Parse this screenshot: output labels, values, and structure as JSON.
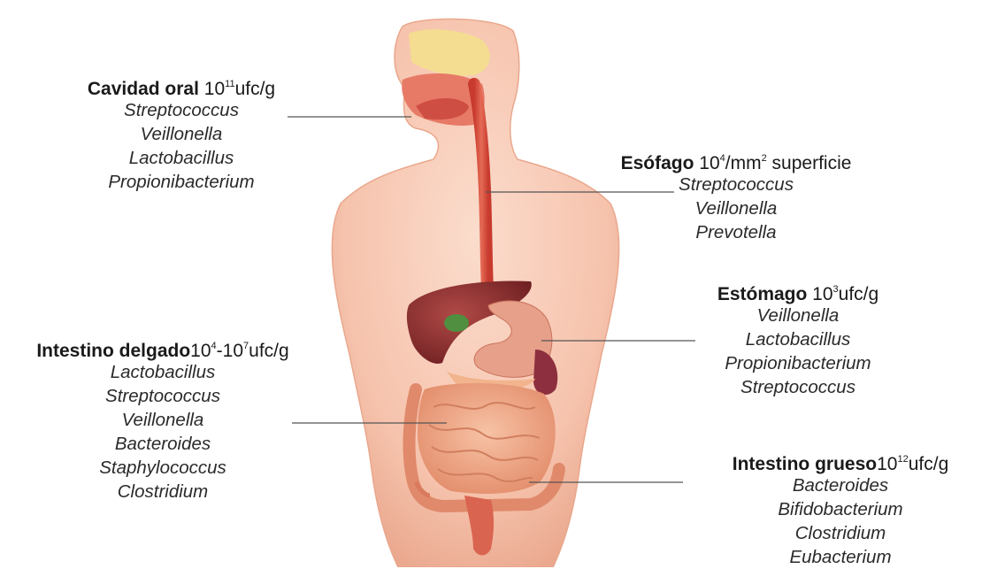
{
  "regions": [
    {
      "id": "oral",
      "name": "Cavidad oral",
      "count_base": "10",
      "count_exp": "11",
      "count_range_sep": "",
      "count_base2": "",
      "count_exp2": "",
      "unit": "ufc/g",
      "organisms": [
        "Streptococcus",
        "Veillonella",
        "Lactobacillus",
        "Propionibacterium"
      ]
    },
    {
      "id": "esofago",
      "name": "Esófago",
      "count_base": "10",
      "count_exp": "4",
      "count_range_sep": "",
      "count_base2": "",
      "count_exp2": "",
      "unit_pre": "/mm",
      "unit_exp": "2",
      "unit_post": " superficie",
      "organisms": [
        "Streptococcus",
        "Veillonella",
        "Prevotella"
      ]
    },
    {
      "id": "estomago",
      "name": "Estómago",
      "count_base": "10",
      "count_exp": "3",
      "unit": "ufc/g",
      "organisms": [
        "Veillonella",
        "Lactobacillus",
        "Propionibacterium",
        "Streptococcus"
      ]
    },
    {
      "id": "delgado",
      "name": "Intestino delgado",
      "count_base": "10",
      "count_exp": "4",
      "count_range_sep": "-",
      "count_base2": "10",
      "count_exp2": "7",
      "unit": "ufc/g",
      "organisms": [
        "Lactobacillus",
        "Streptococcus",
        "Veillonella",
        "Bacteroides",
        "Staphylococcus",
        "Clostridium"
      ]
    },
    {
      "id": "grueso",
      "name": "Intestino grueso",
      "count_base": "10",
      "count_exp": "12",
      "unit": "ufc/g",
      "organisms": [
        "Bacteroides",
        "Bifidobacterium",
        "Clostridium",
        "Eubacterium"
      ]
    }
  ],
  "colors": {
    "skin": "#f6c6b0",
    "skin_shadow": "#eba88d",
    "tract": "#d9503f",
    "liver": "#8e2c2c",
    "stomach": "#e79c7f",
    "intestine": "#efa27f",
    "colon": "#e48a6a",
    "leader": "#555555"
  }
}
